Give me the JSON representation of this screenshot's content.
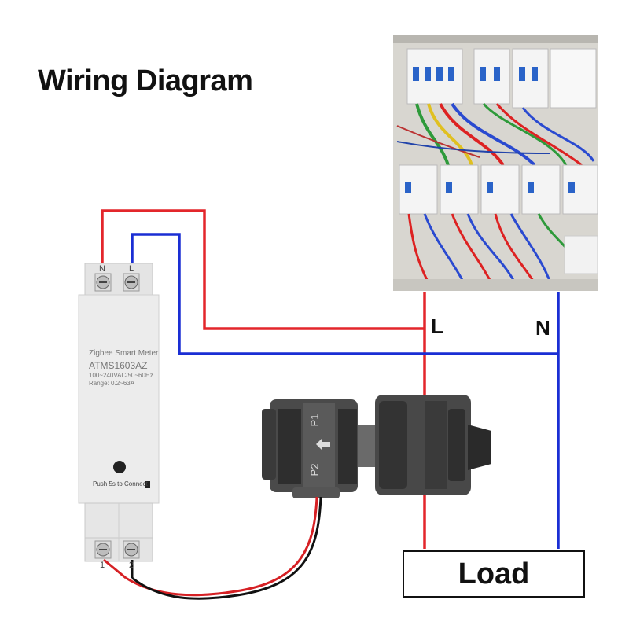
{
  "title": "Wiring Diagram",
  "labels": {
    "line": "L",
    "neutral": "N",
    "load": "Load"
  },
  "meter": {
    "top_terminals": [
      "N",
      "L"
    ],
    "bottom_terminals": [
      "1",
      "2"
    ],
    "name": "Zigbee Smart Meter",
    "model": "ATMS1603AZ",
    "voltage": "100~240VAC/50~60Hz",
    "range": "Range: 0.2~63A",
    "button_hint": "Push 5s to Connect"
  },
  "ct_clamp": {
    "port_labels": [
      "P1",
      "P2"
    ]
  },
  "colors": {
    "live_wire": "#e3262b",
    "neutral_wire": "#1a2ed4",
    "meter_body": "#ececec",
    "clamp": "#3a3a3a"
  }
}
